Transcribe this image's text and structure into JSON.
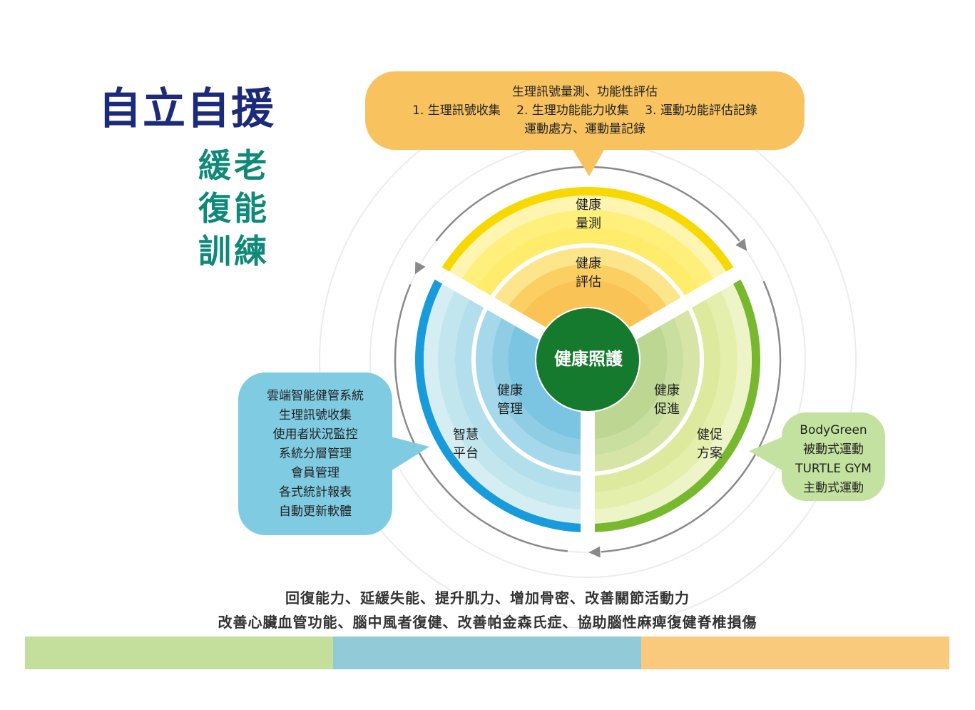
{
  "title": {
    "main": "自立自援",
    "sub_lines": [
      "緩老",
      "復能",
      "訓練"
    ]
  },
  "center": {
    "label": "健康照護",
    "color": "#167a2e"
  },
  "segments": {
    "top": {
      "outer": "健康\n量測",
      "inner": "健康\n評估",
      "color": "#f7d800"
    },
    "right": {
      "outer": "健促\n方案",
      "inner": "健康\n促進",
      "color": "#77b82f"
    },
    "left": {
      "outer": "智慧\n平台",
      "inner": "健康\n管理",
      "color": "#189bdc"
    }
  },
  "callouts": {
    "top": {
      "lines": [
        "生理訊號量測、功能性評估",
        "1. 生理訊號收集　 2. 生理功能能力收集　 3. 運動功能評估記錄",
        "運動處方、運動量記錄"
      ],
      "color": "#f8c35f"
    },
    "left": {
      "lines": [
        "雲端智能健管系統",
        "生理訊號收集",
        "使用者狀況監控",
        "系統分層管理",
        "會員管理",
        "各式統計報表",
        "自動更新軟體"
      ],
      "color": "#7fcbe2"
    },
    "right": {
      "lines": [
        "BodyGreen",
        "被動式運動",
        "TURTLE GYM",
        "主動式運動"
      ],
      "color": "#c4e29f"
    }
  },
  "footer": {
    "lines": [
      "回復能力、延緩失能、提升肌力、增加骨密、改善關節活動力",
      "改善心臟血管功能、腦中風者復健、改善帕金森氏症、協助腦性麻痺復健脊椎損傷"
    ],
    "band_colors": [
      "#c4df9b",
      "#93cad8",
      "#f9c97c"
    ]
  }
}
